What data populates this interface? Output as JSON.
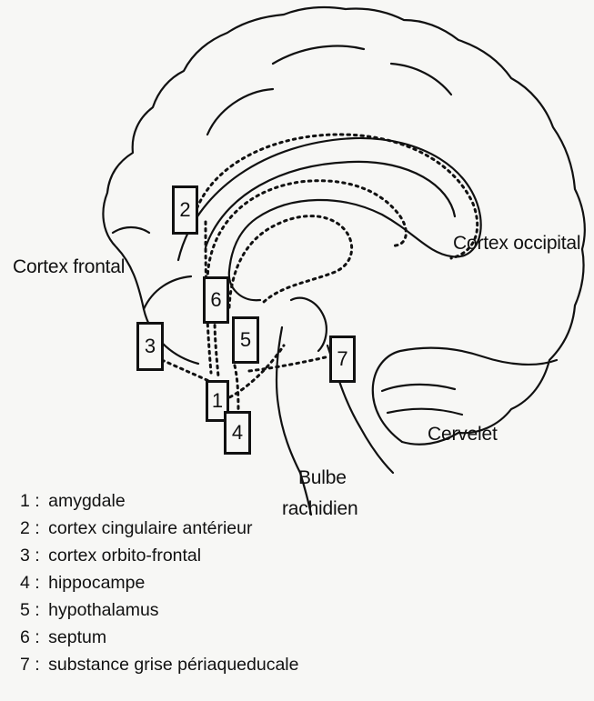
{
  "labels": {
    "cortex_frontal": "Cortex frontal",
    "cortex_occipital": "Cortex occipital",
    "cervelet": "Cervelet",
    "bulbe_line1": "Bulbe",
    "bulbe_line2": "rachidien"
  },
  "boxes": [
    "1",
    "2",
    "3",
    "4",
    "5",
    "6",
    "7"
  ],
  "legend": [
    {
      "num": "1",
      "text": "amygdale"
    },
    {
      "num": "2",
      "text": "cortex cingulaire antérieur"
    },
    {
      "num": "3",
      "text": "cortex orbito-frontal"
    },
    {
      "num": "4",
      "text": "hippocampe"
    },
    {
      "num": "5",
      "text": "hypothalamus"
    },
    {
      "num": "6",
      "text": "septum"
    },
    {
      "num": "7",
      "text": "substance grise périaqueducale"
    }
  ],
  "colors": {
    "ink": "#111111",
    "background": "#f7f7f5"
  }
}
